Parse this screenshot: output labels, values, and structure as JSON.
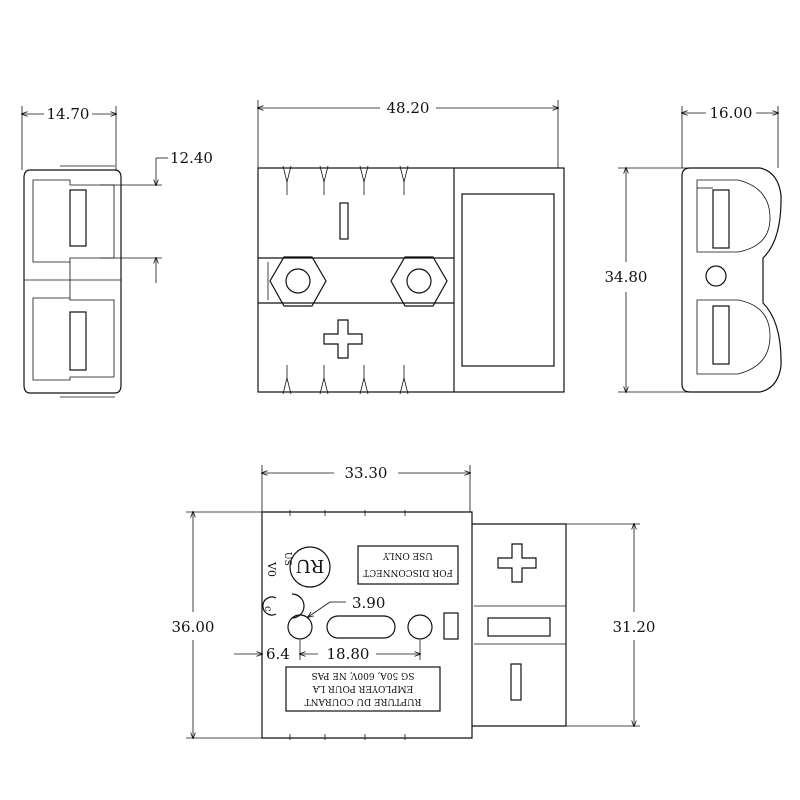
{
  "dimensions": {
    "side_width": "14.70",
    "side_slot": "12.40",
    "front_width": "48.20",
    "end_width": "16.00",
    "end_height": "34.80",
    "bottom_length": "33.30",
    "bottom_height": "36.00",
    "bottom_inner_height": "31.20",
    "hole_dia": "3.90",
    "hole_offset": "6.4",
    "hole_spacing": "18.80"
  },
  "polarity": {
    "minus": "|",
    "plus": "+"
  },
  "label_upper": {
    "line1": "USE ONLY",
    "line2": "FOR DISCONNECT"
  },
  "label_lower": {
    "line1": "SG 50A, 600V,  NE  PAS",
    "line2": "EMPLOYER POUR LA",
    "line3": "RUPTURE DU COURANT"
  },
  "marks": {
    "ul_text": "US",
    "vo_text": "V0",
    "ce_text": "c"
  },
  "colors": {
    "line": "#111111",
    "background": "#ffffff"
  }
}
